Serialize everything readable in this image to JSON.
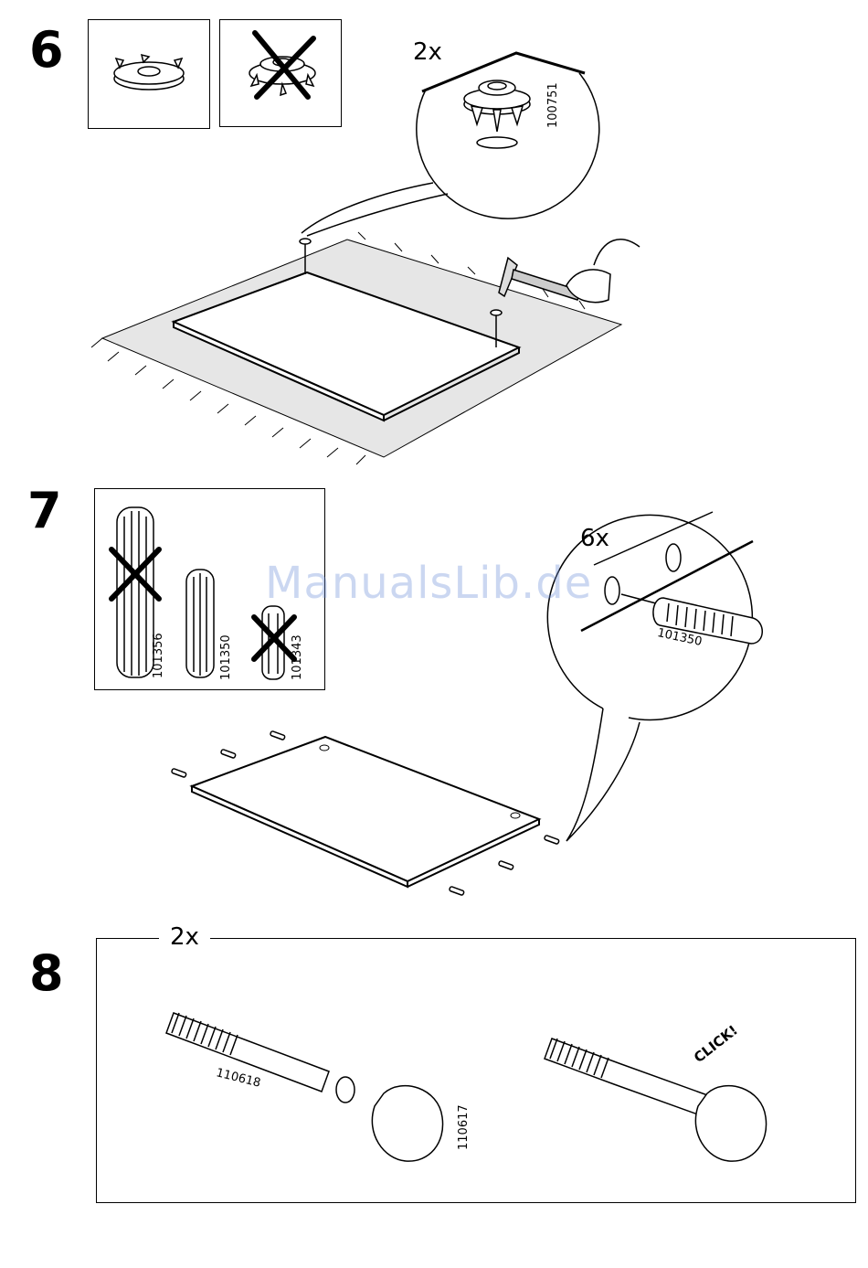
{
  "watermark": "ManualsLib.de",
  "step6": {
    "number": "6",
    "quantity": "2x",
    "part_number": "100751",
    "icons": [
      "tee-nut-correct-icon",
      "tee-nut-wrong-icon",
      "hammer-icon",
      "rug-icon"
    ]
  },
  "step7": {
    "number": "7",
    "quantity": "6x",
    "dowels": [
      {
        "part": "101356",
        "correct": false
      },
      {
        "part": "101350",
        "correct": true
      },
      {
        "part": "101343",
        "correct": false
      }
    ],
    "detail_part": "101350"
  },
  "step8": {
    "number": "8",
    "quantity": "2x",
    "bolt_part": "110618",
    "knob_part": "110617",
    "click_text": "CLICK!"
  },
  "colors": {
    "ink": "#000000",
    "rug": "#e6e6e6",
    "paper": "#ffffff"
  }
}
